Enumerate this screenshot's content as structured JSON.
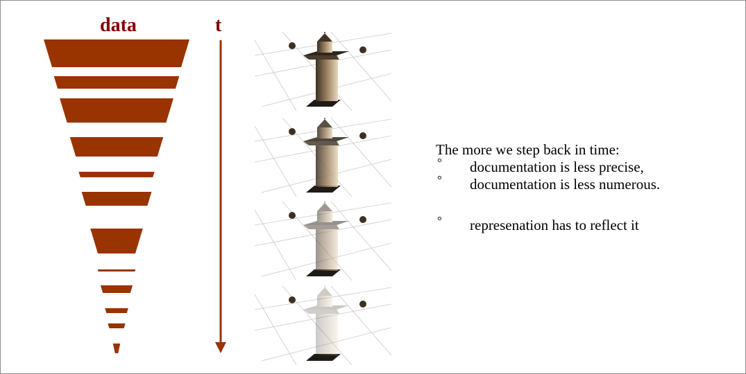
{
  "colors": {
    "accent": "#993300",
    "label": "#800000",
    "text": "#000000"
  },
  "header": {
    "data_label": "data",
    "time_label": "t"
  },
  "funnel": {
    "bars": [
      {
        "level": 1,
        "relative_amount": 1.0
      },
      {
        "level": 2,
        "relative_amount": 0.86
      },
      {
        "level": 3,
        "relative_amount": 0.78
      },
      {
        "level": 4,
        "relative_amount": 0.64
      },
      {
        "level": 5,
        "relative_amount": 0.52
      },
      {
        "level": 6,
        "relative_amount": 0.48
      },
      {
        "level": 7,
        "relative_amount": 0.36
      },
      {
        "level": 8,
        "relative_amount": 0.26
      },
      {
        "level": 9,
        "relative_amount": 0.22
      },
      {
        "level": 10,
        "relative_amount": 0.16
      },
      {
        "level": 11,
        "relative_amount": 0.12
      },
      {
        "level": 12,
        "relative_amount": 0.05
      }
    ]
  },
  "renders": [
    {
      "step": 1,
      "transparency": 0.0
    },
    {
      "step": 2,
      "transparency": 0.15
    },
    {
      "step": 3,
      "transparency": 0.5
    },
    {
      "step": 4,
      "transparency": 0.75
    }
  ],
  "note": {
    "intro": "The more we step back in time:",
    "bullets": [
      {
        "bullet": "°",
        "text": "documentation is less precise,"
      },
      {
        "bullet": "°",
        "text": "documentation is less numerous."
      }
    ],
    "extra": {
      "bullet": "°",
      "text": "represenation has to reflect it"
    }
  }
}
